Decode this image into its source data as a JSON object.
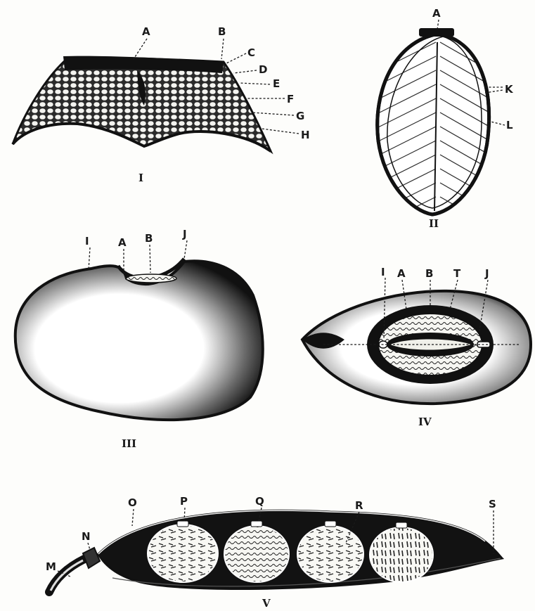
{
  "figures": {
    "fig1": {
      "numeral": "I",
      "labels": {
        "a": "A",
        "b": "B",
        "c": "C",
        "d": "D",
        "e": "E",
        "f": "F",
        "g": "G",
        "h": "H"
      }
    },
    "fig2": {
      "numeral": "II",
      "labels": {
        "a": "A",
        "k": "K",
        "l": "L"
      }
    },
    "fig3": {
      "numeral": "III",
      "labels": {
        "i": "I",
        "a": "A",
        "b": "B",
        "j": "J"
      }
    },
    "fig4": {
      "numeral": "IV",
      "labels": {
        "i": "I",
        "a": "A",
        "b": "B",
        "t": "T",
        "j": "J"
      }
    },
    "fig5": {
      "numeral": "V",
      "labels": {
        "m": "M",
        "n": "N",
        "o": "O",
        "p": "P",
        "q": "Q",
        "r": "R",
        "s": "S"
      }
    }
  },
  "colors": {
    "ink": "#1a1a1a",
    "paper": "#fdfdfb"
  }
}
